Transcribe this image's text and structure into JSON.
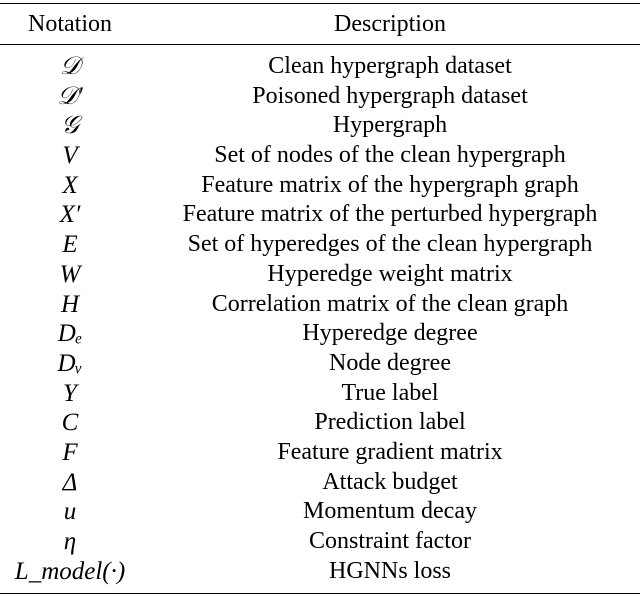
{
  "table": {
    "headers": {
      "notation": "Notation",
      "description": "Description"
    },
    "rows": [
      {
        "symbol": "𝒟",
        "description": "Clean hypergraph dataset"
      },
      {
        "symbol": "𝒟′",
        "description": "Poisoned hypergraph dataset"
      },
      {
        "symbol": "𝒢",
        "description": "Hypergraph"
      },
      {
        "symbol": "V",
        "description": "Set of nodes of the clean hypergraph"
      },
      {
        "symbol": "X",
        "description": "Feature matrix of the hypergraph graph"
      },
      {
        "symbol": "X′",
        "description": "Feature matrix of the perturbed hypergraph"
      },
      {
        "symbol": "E",
        "description": "Set of hyperedges of the clean hypergraph"
      },
      {
        "symbol": "W",
        "description": "Hyperedge weight matrix"
      },
      {
        "symbol": "H",
        "description": "Correlation matrix of the clean graph"
      },
      {
        "symbol": "Dₑ",
        "description": "Hyperedge degree"
      },
      {
        "symbol": "Dᵥ",
        "description": "Node degree"
      },
      {
        "symbol": "Y",
        "description": "True label"
      },
      {
        "symbol": "C",
        "description": "Prediction label"
      },
      {
        "symbol": "F",
        "description": "Feature gradient matrix"
      },
      {
        "symbol": "Δ",
        "description": "Attack budget"
      },
      {
        "symbol": "u",
        "description": "Momentum decay"
      },
      {
        "symbol": "η",
        "description": "Constraint factor"
      },
      {
        "symbol": "L_model(·)",
        "description": "HGNNs loss"
      }
    ]
  }
}
